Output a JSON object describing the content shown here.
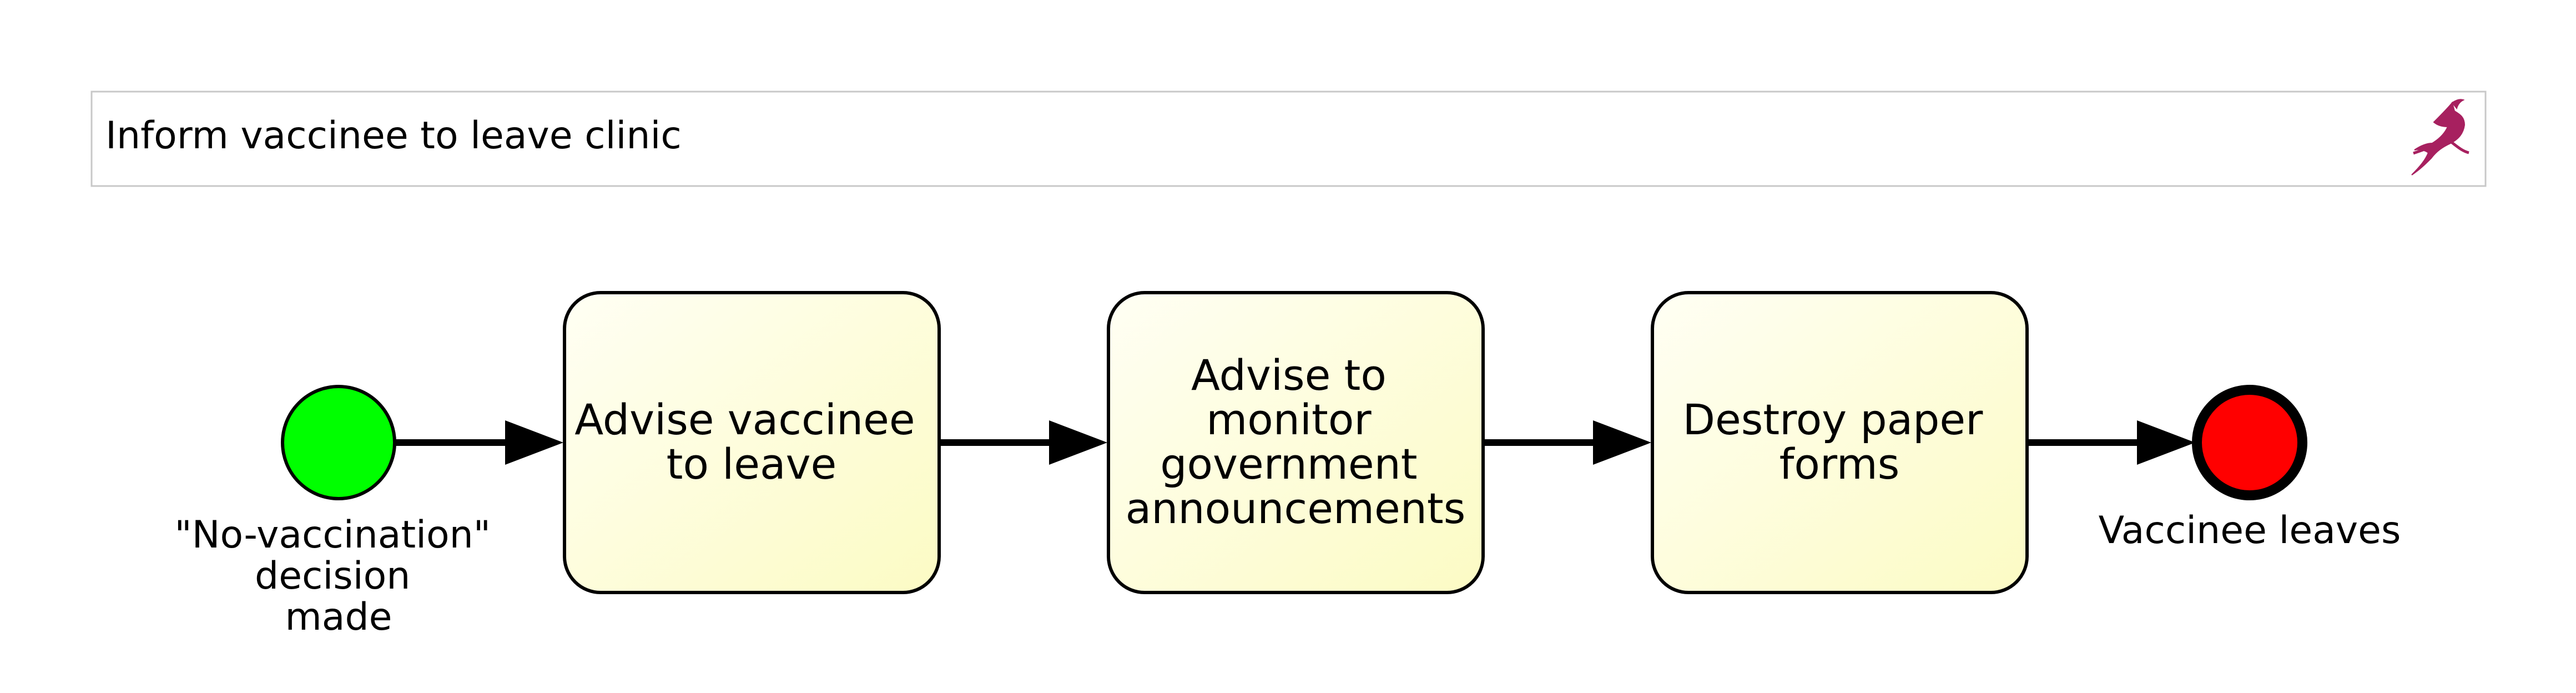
{
  "process": {
    "title": "Inform vaccinee to leave clinic"
  },
  "start_event": {
    "label_lines": [
      "\"No-vaccination\"",
      "decision",
      "made"
    ],
    "color": "#00ff00"
  },
  "tasks": [
    {
      "label_lines": [
        "Advise vaccinee",
        "to leave"
      ]
    },
    {
      "label_lines": [
        "Advise to",
        "monitor",
        "government",
        "announcements"
      ]
    },
    {
      "label_lines": [
        "Destroy paper",
        "forms"
      ]
    }
  ],
  "end_event": {
    "label_lines": [
      "Vaccinee leaves"
    ],
    "color": "#ff0000"
  },
  "colors": {
    "task_fill_light": "#fffff4",
    "task_fill_dark": "#fcfbc4",
    "stroke": "#000000",
    "logo": "#a7205f",
    "header_border": "#c8c8c8"
  },
  "logo_icon": "gazelle-logo-icon"
}
